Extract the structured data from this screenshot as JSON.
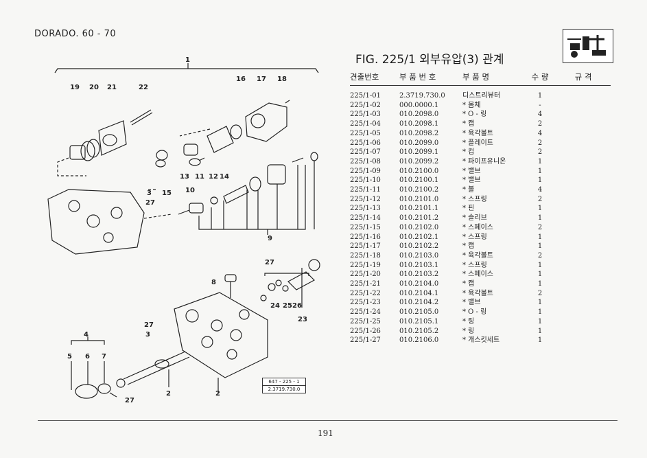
{
  "header": {
    "model": "DORADO. 60 - 70"
  },
  "figure": {
    "title": "FIG. 225/1 외부유압(3) 관계"
  },
  "table": {
    "columns": [
      "견출번호",
      "부 품 번 호",
      "부 품 명",
      "수 량",
      "규   격"
    ],
    "rows": [
      {
        "no": "225/1-01",
        "part": "2.3719.730.0",
        "name": "디스트리뷰터",
        "qty": "1"
      },
      {
        "no": "225/1-02",
        "part": "000.0000.1",
        "name": "* 몸체",
        "qty": "-"
      },
      {
        "no": "225/1-03",
        "part": "010.2098.0",
        "name": "* O - 링",
        "qty": "4"
      },
      {
        "no": "225/1-04",
        "part": "010.2098.1",
        "name": "* 캡",
        "qty": "2"
      },
      {
        "no": "225/1-05",
        "part": "010.2098.2",
        "name": "* 육각볼트",
        "qty": "4"
      },
      {
        "no": "225/1-06",
        "part": "010.2099.0",
        "name": "* 플레이트",
        "qty": "2"
      },
      {
        "no": "225/1-07",
        "part": "010.2099.1",
        "name": "* 컵",
        "qty": "2"
      },
      {
        "no": "225/1-08",
        "part": "010.2099.2",
        "name": "* 파이프유니온",
        "qty": "1"
      },
      {
        "no": "225/1-09",
        "part": "010.2100.0",
        "name": "* 밸브",
        "qty": "1"
      },
      {
        "no": "225/1-10",
        "part": "010.2100.1",
        "name": "* 밸브",
        "qty": "1"
      },
      {
        "no": "225/1-11",
        "part": "010.2100.2",
        "name": "* 볼",
        "qty": "4"
      },
      {
        "no": "225/1-12",
        "part": "010.2101.0",
        "name": "* 스프링",
        "qty": "2"
      },
      {
        "no": "225/1-13",
        "part": "010.2101.1",
        "name": "* 핀",
        "qty": "1"
      },
      {
        "no": "225/1-14",
        "part": "010.2101.2",
        "name": "* 슬리브",
        "qty": "1"
      },
      {
        "no": "225/1-15",
        "part": "010.2102.0",
        "name": "* 스페이스",
        "qty": "2"
      },
      {
        "no": "225/1-16",
        "part": "010.2102.1",
        "name": "* 스프링",
        "qty": "1"
      },
      {
        "no": "225/1-17",
        "part": "010.2102.2",
        "name": "* 캡",
        "qty": "1"
      },
      {
        "no": "225/1-18",
        "part": "010.2103.0",
        "name": "* 육각볼트",
        "qty": "2"
      },
      {
        "no": "225/1-19",
        "part": "010.2103.1",
        "name": "* 스프링",
        "qty": "1"
      },
      {
        "no": "225/1-20",
        "part": "010.2103.2",
        "name": "* 스페이스",
        "qty": "1"
      },
      {
        "no": "225/1-21",
        "part": "010.2104.0",
        "name": "* 캡",
        "qty": "1"
      },
      {
        "no": "225/1-22",
        "part": "010.2104.1",
        "name": "* 육각볼트",
        "qty": "2"
      },
      {
        "no": "225/1-23",
        "part": "010.2104.2",
        "name": "* 밸브",
        "qty": "1"
      },
      {
        "no": "225/1-24",
        "part": "010.2105.0",
        "name": "* O - 링",
        "qty": "1"
      },
      {
        "no": "225/1-25",
        "part": "010.2105.1",
        "name": "* 링",
        "qty": "1"
      },
      {
        "no": "225/1-26",
        "part": "010.2105.2",
        "name": "* 링",
        "qty": "1"
      },
      {
        "no": "225/1-27",
        "part": "010.2106.0",
        "name": "* 개스킷세트",
        "qty": "1"
      }
    ]
  },
  "diagram": {
    "callouts": [
      "1",
      "19",
      "20",
      "21",
      "22",
      "16",
      "17",
      "18",
      "13",
      "11",
      "12",
      "14",
      "10",
      "3",
      "27",
      "15",
      "9",
      "27",
      "8",
      "24",
      "25",
      "26",
      "23",
      "27",
      "3",
      "4",
      "5",
      "6",
      "7",
      "2",
      "2",
      "27"
    ]
  },
  "reference_box": {
    "line1": "647 - 225 - 1",
    "line2": "2.3719.730.0"
  },
  "footer": {
    "page_number": "191"
  },
  "colors": {
    "ink": "#222222",
    "paper": "#f7f7f5"
  }
}
